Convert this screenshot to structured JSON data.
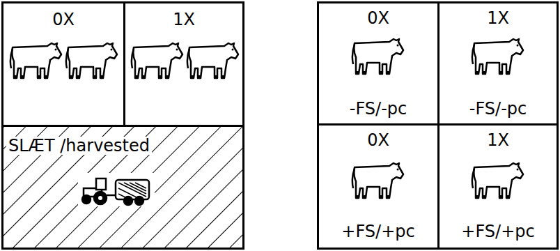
{
  "diagram": {
    "nodes": [
      {
        "text": [
          "0X"
        ]
      },
      {
        "text": [
          "1X"
        ]
      },
      {
        "text": [
          "SLÆT /harvested"
        ]
      },
      {
        "text": [
          "0X",
          "-FS/-pc"
        ]
      },
      {
        "text": [
          "1X",
          "-FS/-pc"
        ]
      },
      {
        "text": [
          "0X",
          "+FS/+pc"
        ]
      },
      {
        "text": [
          "1X",
          "+FS/+pc"
        ]
      }
    ]
  }
}
